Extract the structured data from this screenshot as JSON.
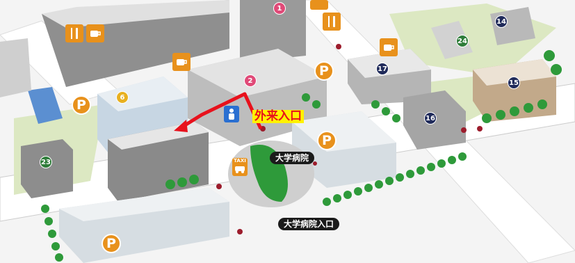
{
  "labels": {
    "outpatient_entrance": "外来入口",
    "university_hospital": "大学病院",
    "hospital_entrance": "大学病院入口"
  },
  "parking_mark": "P",
  "taxi_mark": "TAXI",
  "building_numbers": [
    "1",
    "2",
    "6",
    "14",
    "15",
    "16",
    "17",
    "23",
    "24"
  ],
  "colors": {
    "ground": "#f2f2f2",
    "road": "#ffffff",
    "lawn": "#dce8c2",
    "building_light": "#e6e6e6",
    "building_dark": "#a9a9a9",
    "accent_orange": "#e8911c",
    "route_red": "#e8111c",
    "label_bg_yellow": "#fff200",
    "number_pink": "#e04a78",
    "number_navy": "#1f2a5a",
    "number_green": "#2f7d3a",
    "number_yellow": "#e8b020",
    "tree_green": "#2e9a3a"
  },
  "icons": {
    "restaurant": "fork-knife-icon",
    "cafe": "coffee-cup-icon",
    "parking": "parking-icon",
    "taxi": "taxi-icon",
    "pin": "map-pin-icon",
    "person": "person-icon"
  }
}
